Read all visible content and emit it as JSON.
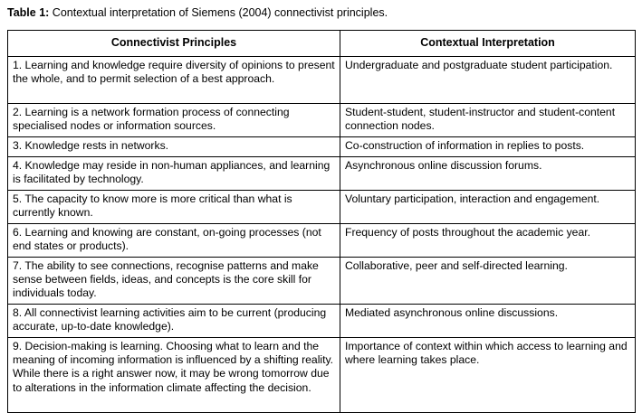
{
  "caption": {
    "label": "Table 1:",
    "text": " Contextual interpretation of Siemens (2004) connectivist principles."
  },
  "table": {
    "columns": [
      "Connectivist Principles",
      "Contextual Interpretation"
    ],
    "rows": [
      {
        "principle": "1. Learning and knowledge require diversity of opinions to present the whole, and to permit selection of a best approach.",
        "interpretation": "Undergraduate and postgraduate student participation."
      },
      {
        "principle": "2. Learning is a network formation process of connecting specialised nodes or information sources.",
        "interpretation": "Student-student, student-instructor and student-content connection nodes."
      },
      {
        "principle": "3. Knowledge rests in networks.",
        "interpretation": "Co-construction of information in replies to posts."
      },
      {
        "principle": "4. Knowledge may reside in non-human appliances, and learning is facilitated by technology.",
        "interpretation": "Asynchronous online discussion forums."
      },
      {
        "principle": "5. The capacity to know more is more critical than what is currently known.",
        "interpretation": "Voluntary participation, interaction and engagement."
      },
      {
        "principle": "6. Learning and knowing are constant, on-going processes (not end states or products).",
        "interpretation": "Frequency of posts throughout the academic year."
      },
      {
        "principle": "7. The ability to see connections, recognise patterns and make sense between fields, ideas, and concepts is the core skill for individuals today.",
        "interpretation": "Collaborative, peer and self-directed learning."
      },
      {
        "principle": "8. All connectivist learning activities aim to be current (producing accurate, up-to-date knowledge).",
        "interpretation": "Mediated asynchronous online discussions."
      },
      {
        "principle": "9. Decision-making is learning. Choosing what to learn and the meaning of incoming information is influenced by a shifting reality. While there is a right answer now, it may be wrong tomorrow due to alterations in the information climate affecting the decision.",
        "interpretation": "Importance of context within which access to learning and where learning takes place."
      }
    ]
  },
  "colors": {
    "background": "#ffffff",
    "text": "#000000",
    "border": "#000000"
  }
}
